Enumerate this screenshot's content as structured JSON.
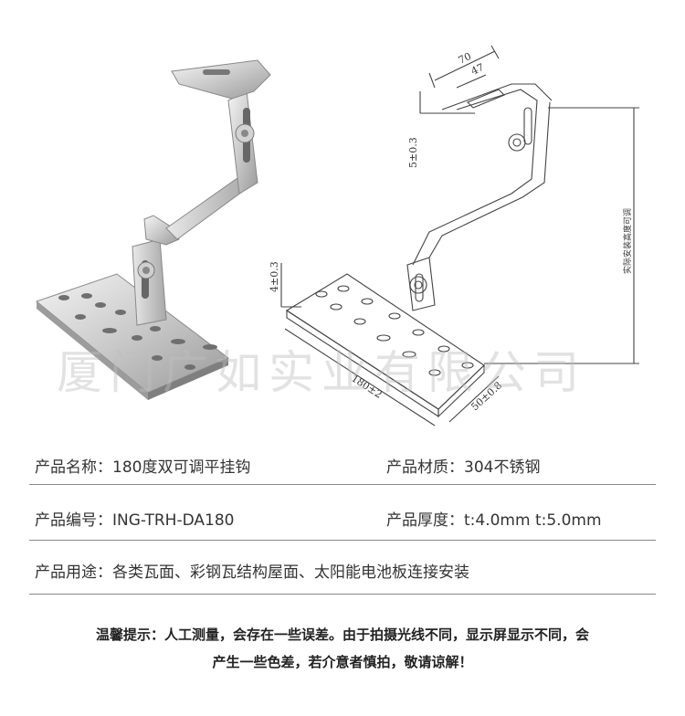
{
  "dimensions": {
    "top_width": "70",
    "slot_width": "47",
    "top_thickness": "5±0.3",
    "bottom_thickness": "4±0.3",
    "adjustable_height": "实际安装高度可调",
    "base_length": "180±2",
    "base_width": "50±0.8"
  },
  "watermark": "厦门广如实业有限公司",
  "specs": {
    "name": {
      "label": "产品名称：",
      "value": "180度双可调平挂钩"
    },
    "material": {
      "label": "产品材质：",
      "value": "304不锈钢"
    },
    "code": {
      "label": "产品编号：",
      "value": "ING-TRH-DA180"
    },
    "thickness": {
      "label": "产品厚度：",
      "value": "t:4.0mm t:5.0mm"
    },
    "usage": {
      "label": "产品用途：",
      "value": "各类瓦面、彩钢瓦结构屋面、太阳能电池板连接安装"
    }
  },
  "tip": {
    "line1": "温馨提示：人工测量，会存在一些误差。由于拍摄光线不同，显示屏显示不同，会",
    "line2": "产生一些色差，若介意者慎拍，敬请谅解！"
  }
}
